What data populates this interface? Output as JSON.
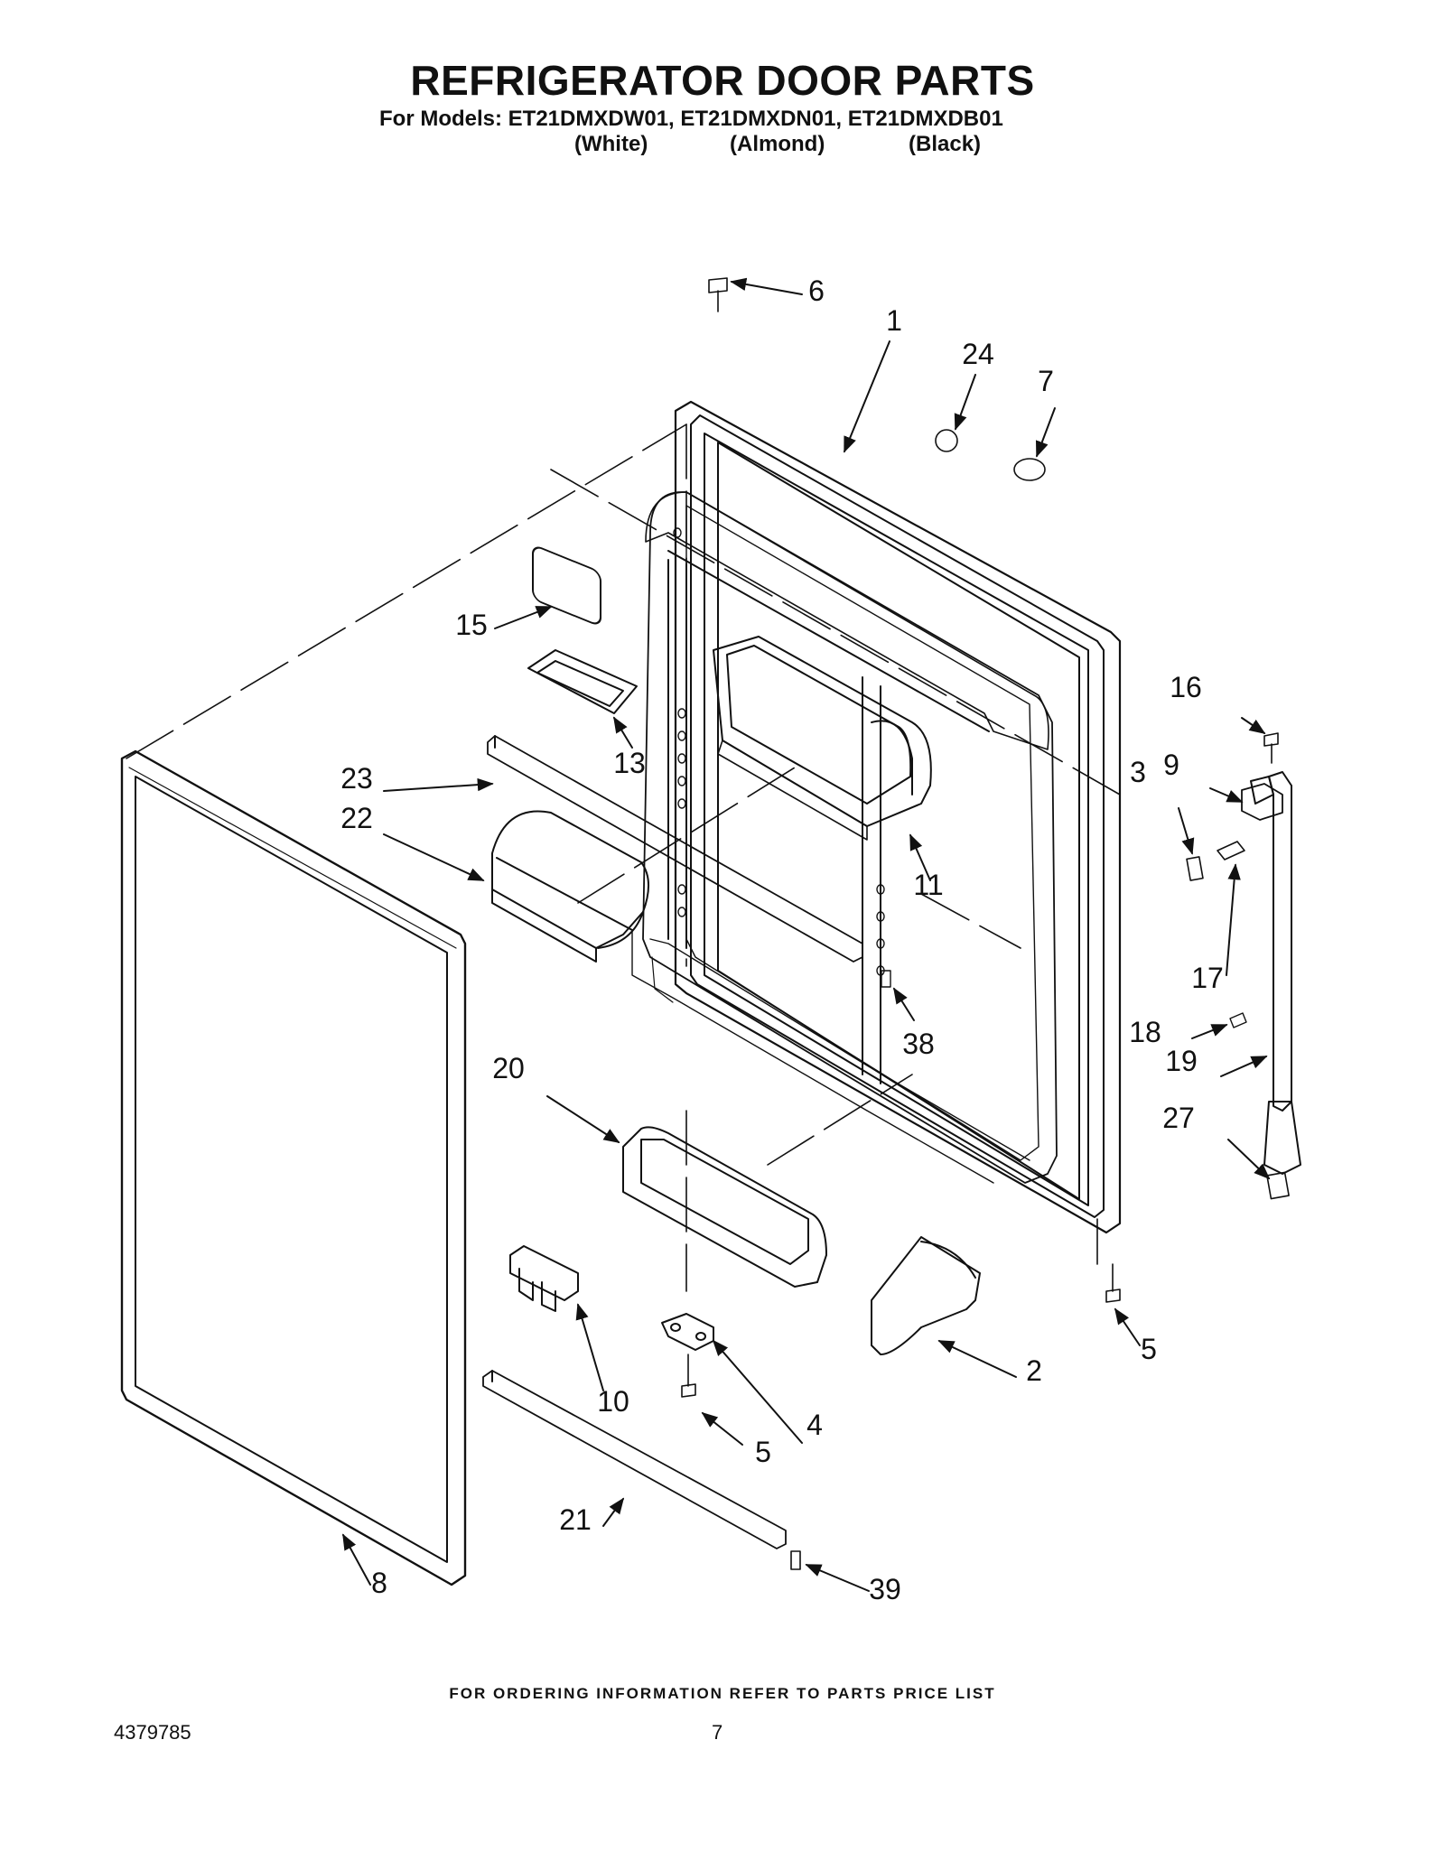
{
  "header": {
    "title": "REFRIGERATOR DOOR PARTS",
    "models_line": "For Models: ET21DMXDW01, ET21DMXDN01, ET21DMXDB01",
    "colors": [
      "(White)",
      "(Almond)",
      "(Black)"
    ]
  },
  "callouts": [
    {
      "label": "6",
      "part": "screw-top"
    },
    {
      "label": "1",
      "part": "door-panel"
    },
    {
      "label": "24",
      "part": "plug-button"
    },
    {
      "label": "7",
      "part": "plug-cap"
    },
    {
      "label": "15",
      "part": "dairy-door"
    },
    {
      "label": "13",
      "part": "dairy-tray"
    },
    {
      "label": "23",
      "part": "shelf-trim"
    },
    {
      "label": "22",
      "part": "butter-compartment"
    },
    {
      "label": "11",
      "part": "door-shelf-bin"
    },
    {
      "label": "16",
      "part": "hinge-screw"
    },
    {
      "label": "3",
      "part": "shim"
    },
    {
      "label": "9",
      "part": "hinge-bracket"
    },
    {
      "label": "17",
      "part": "hinge-pin"
    },
    {
      "label": "18",
      "part": "spacer"
    },
    {
      "label": "19",
      "part": "door-handle"
    },
    {
      "label": "27",
      "part": "handle-end-cap"
    },
    {
      "label": "38",
      "part": "clip"
    },
    {
      "label": "20",
      "part": "door-bin"
    },
    {
      "label": "10",
      "part": "stop-bracket"
    },
    {
      "label": "4",
      "part": "bottom-hinge"
    },
    {
      "label": "5",
      "part": "screw-bottom-left"
    },
    {
      "label": "2",
      "part": "handle-cover"
    },
    {
      "label": "5",
      "part": "screw-bottom-right"
    },
    {
      "label": "21",
      "part": "bottom-shelf-trim"
    },
    {
      "label": "39",
      "part": "end-clip"
    },
    {
      "label": "8",
      "part": "door-gasket"
    }
  ],
  "footer": {
    "note": "FOR ORDERING INFORMATION REFER TO PARTS PRICE LIST",
    "doc_number": "4379785",
    "page_number": "7"
  }
}
